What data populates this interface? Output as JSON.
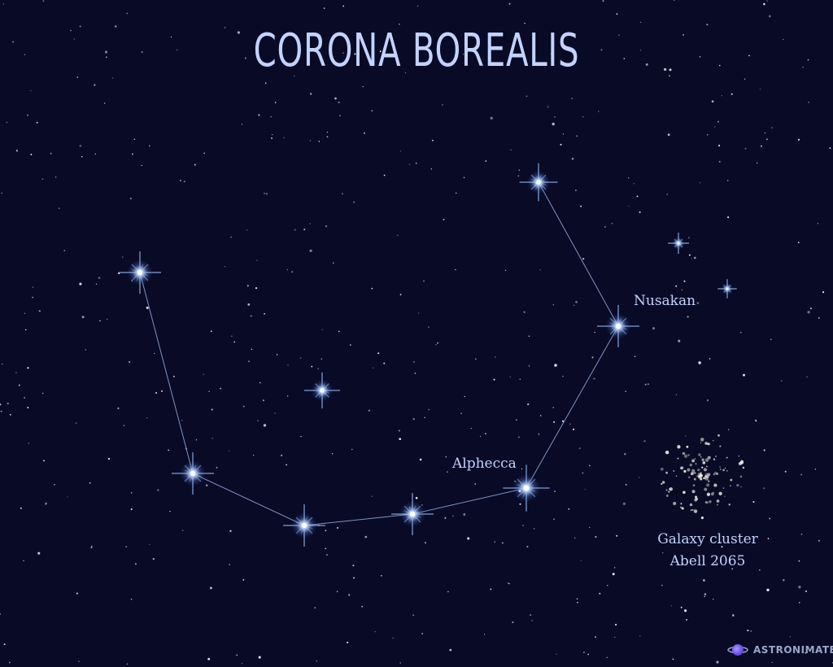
{
  "title": "CORONA BOREALIS",
  "labels": {
    "nusakan": "Nusakan",
    "alphecca": "Alphecca",
    "cluster_line1": "Galaxy cluster",
    "cluster_line2": "Abell 2065"
  },
  "logo": {
    "text": "ASTRONIMATE"
  },
  "colors": {
    "background": "#080a26",
    "text": "#c3d3ff",
    "star": "#ffffff",
    "star_glow": "#9ec4ff",
    "line": "#9fb6e6",
    "logo_planet": "#7b63ff"
  },
  "stars": [
    {
      "name": "star-1",
      "mag": 1.0
    },
    {
      "name": "star-2",
      "mag": 1.0
    },
    {
      "name": "star-3",
      "mag": 1.0
    },
    {
      "name": "star-4",
      "mag": 1.0
    },
    {
      "name": "star-alphecca",
      "mag": 1.1
    },
    {
      "name": "star-nusakan",
      "mag": 1.0
    },
    {
      "name": "star-7",
      "mag": 0.9
    },
    {
      "name": "star-8",
      "mag": 0.85
    },
    {
      "name": "star-9",
      "mag": 0.5
    },
    {
      "name": "star-10",
      "mag": 0.45
    }
  ],
  "lines": [
    [
      0,
      1
    ],
    [
      1,
      2
    ],
    [
      2,
      3
    ],
    [
      3,
      4
    ],
    [
      4,
      5
    ],
    [
      5,
      6
    ]
  ]
}
